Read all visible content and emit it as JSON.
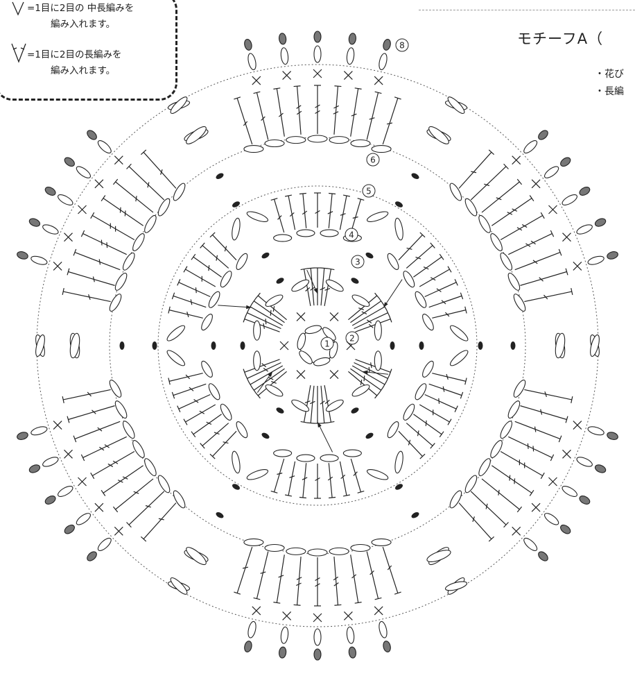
{
  "legend": {
    "item1": {
      "symbol": "hdc-increase-icon",
      "line1": "=1目に2目の 中長編みを",
      "line2": "編み入れます。"
    },
    "item2": {
      "symbol": "dc-increase-icon",
      "line1": "=1目に2目の長編みを",
      "line2": "編み入れます。"
    }
  },
  "header": {
    "title": "モチーフA（",
    "notes": [
      "・花び",
      "・長編"
    ]
  },
  "diagram": {
    "round_labels": [
      "1",
      "2",
      "3",
      "4",
      "5",
      "6",
      "8"
    ],
    "colors": {
      "line": "#222222",
      "bead_gray": "#777777",
      "dashed": "#555555"
    }
  }
}
